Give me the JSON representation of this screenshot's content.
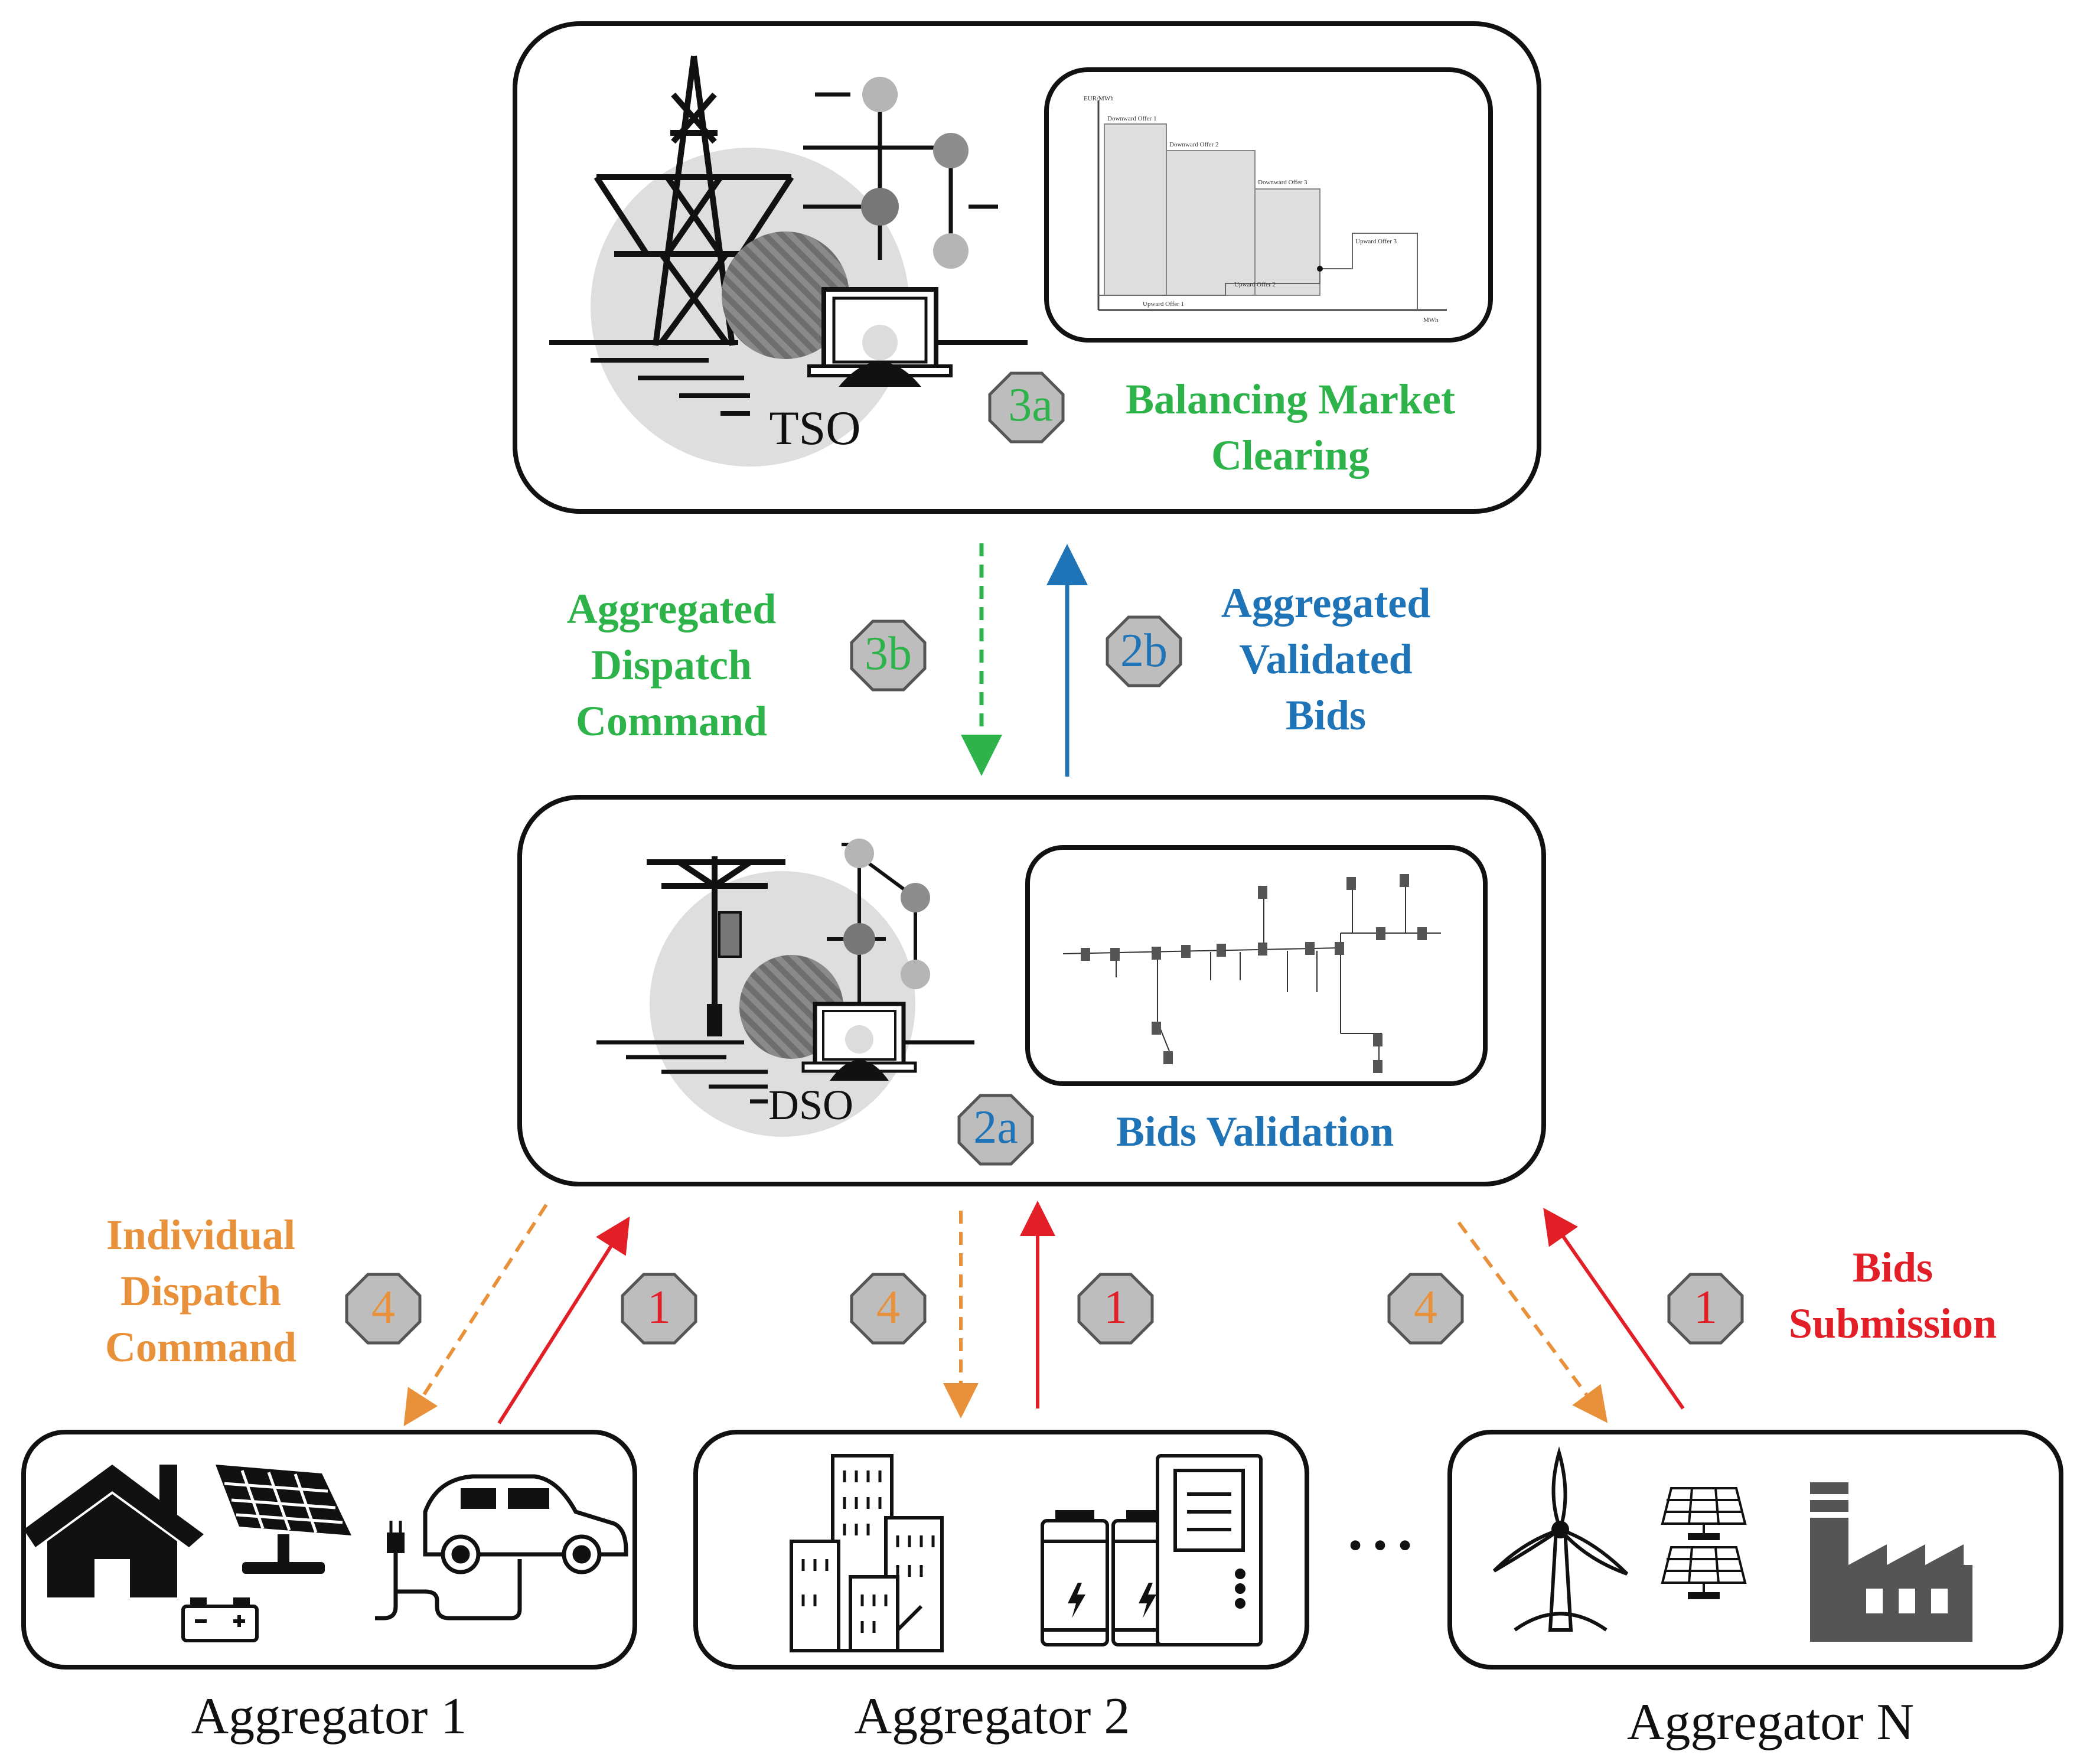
{
  "colors": {
    "green": "#2db34a",
    "blue": "#1f73b7",
    "orange": "#e8913a",
    "red": "#e21f26",
    "badge_fill": "#bdbdbd",
    "badge_stroke": "#555555",
    "icon_dark": "#2b2b2b",
    "icon_grey": "#777777",
    "icon_light": "#dcdcdc"
  },
  "tso": {
    "label": "TSO",
    "chart_axis_y": "EUR/MWh",
    "chart_axis_x": "MWh",
    "chart_labels": [
      "Downward Offer 1",
      "Downward Offer 2",
      "Downward Offer 3",
      "Upward Offer 1",
      "Upward Offer 2",
      "Upward Offer 3"
    ],
    "badge": "3a",
    "caption_line1": "Balancing Market",
    "caption_line2": "Clearing"
  },
  "dso": {
    "label": "DSO",
    "badge": "2a",
    "caption": "Bids Validation"
  },
  "flow_3b": {
    "badge": "3b",
    "line1": "Aggregated",
    "line2": "Dispatch",
    "line3": "Command"
  },
  "flow_2b": {
    "badge": "2b",
    "line1": "Aggregated",
    "line2": "Validated",
    "line3": "Bids"
  },
  "flow_4": {
    "badge": "4",
    "line1": "Individual",
    "line2": "Dispatch",
    "line3": "Command"
  },
  "flow_1": {
    "badge": "1",
    "line1": "Bids",
    "line2": "Submission"
  },
  "aggregators": [
    {
      "name": "Aggregator 1",
      "icons": [
        "house-icon",
        "solar-panel-icon",
        "battery-icon",
        "ev-charging-icon"
      ]
    },
    {
      "name": "Aggregator 2",
      "icons": [
        "buildings-icon",
        "battery-storage-icon",
        "control-cabinet-icon"
      ]
    },
    {
      "name": "Aggregator N",
      "icons": [
        "wind-turbine-icon",
        "solar-array-icon",
        "factory-icon"
      ]
    }
  ],
  "ellipsis": "• • •"
}
